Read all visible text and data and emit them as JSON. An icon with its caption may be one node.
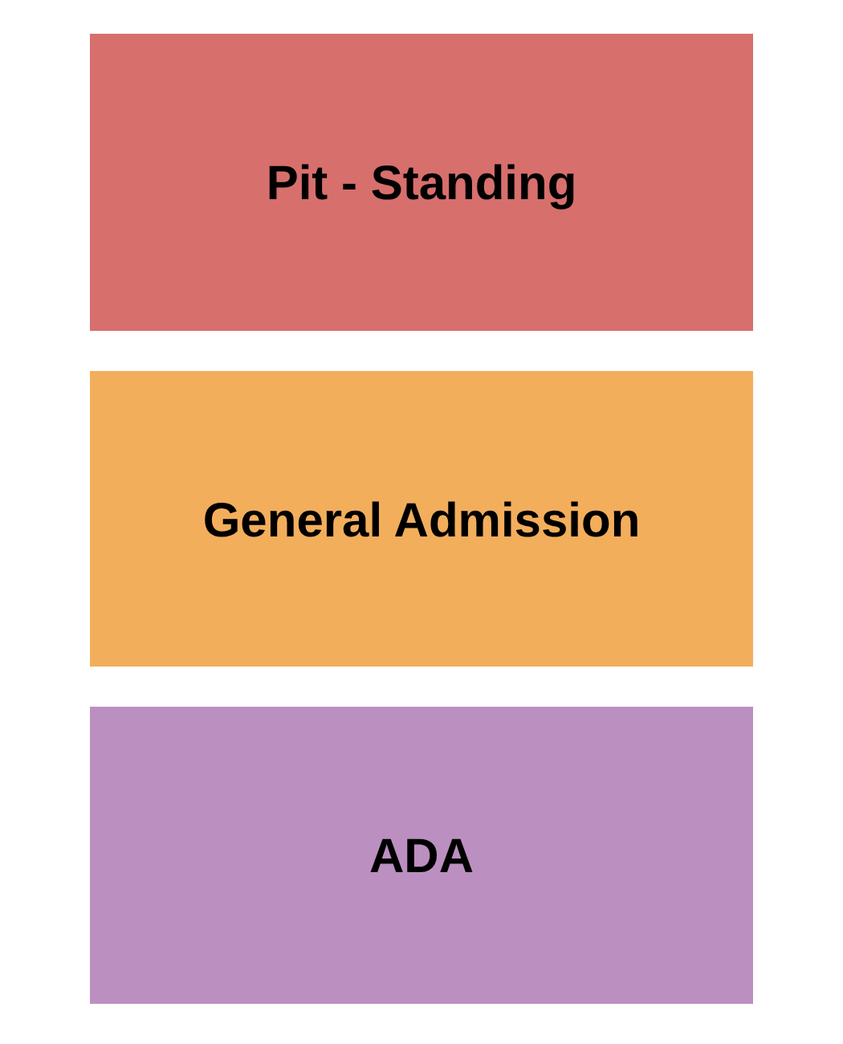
{
  "diagram": {
    "nodes": [
      {
        "text": [
          "Pit - Standing"
        ]
      },
      {
        "text": [
          "General Admission"
        ]
      },
      {
        "text": [
          "ADA"
        ]
      }
    ]
  }
}
